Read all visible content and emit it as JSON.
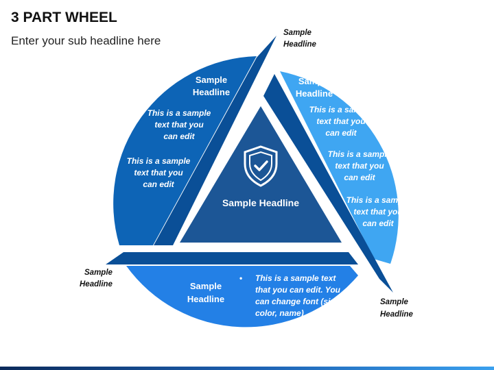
{
  "title": "3 PART WHEEL",
  "subtitle": "Enter your sub headline here",
  "colors": {
    "left_segment": "#0d64b6",
    "right_segment": "#3fa6f2",
    "bottom_segment": "#2380e6",
    "dark_band": "#0a4f97",
    "center_triangle": "#1c5696",
    "text_on_blue": "#ffffff",
    "outside_label": "#111111"
  },
  "center": {
    "icon": "shield-check-icon",
    "headline": "Sample Headline"
  },
  "segments": {
    "left": {
      "headline_line1": "Sample",
      "headline_line2": "Headline",
      "paragraphs": [
        [
          "This is a sample",
          "text that you",
          "can edit"
        ],
        [
          "This is a sample",
          "text that you",
          "can edit"
        ]
      ]
    },
    "right": {
      "headline_line1": "Sample",
      "headline_line2": "Headline",
      "paragraphs": [
        [
          "This is a sample",
          "text that you",
          "can edit"
        ],
        [
          "This is a sample",
          "text that you",
          "can edit"
        ],
        [
          "This is a sample",
          "text that you",
          "can edit"
        ]
      ]
    },
    "bottom": {
      "headline_line1": "Sample",
      "headline_line2": "Headline",
      "bullet": "•",
      "bullet_lines": [
        "This is a sample text",
        "that you can edit. You",
        "can change font (size,",
        "color, name)"
      ]
    }
  },
  "outside_labels": {
    "top": [
      "Sample",
      "Headline"
    ],
    "left": [
      "Sample",
      "Headline"
    ],
    "right": [
      "Sample",
      "Headline"
    ]
  }
}
